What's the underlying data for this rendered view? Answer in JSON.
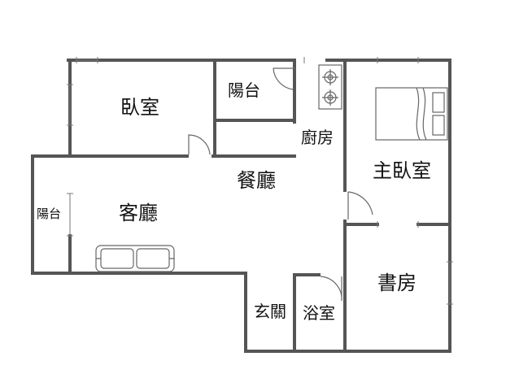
{
  "rooms": {
    "bedroom": "臥室",
    "balcony_top": "陽台",
    "kitchen": "廚房",
    "master_bedroom": "主臥室",
    "dining": "餐廳",
    "living": "客廳",
    "balcony_left": "陽台",
    "study": "書房",
    "entrance": "玄關",
    "bathroom": "浴室"
  },
  "colors": {
    "wall": "#555555",
    "furniture": "#666666",
    "text": "#111111",
    "background": "#ffffff"
  },
  "icons": [
    "stove-icon",
    "bed-icon",
    "sofa-icon",
    "door-swing-icon",
    "window-icon"
  ]
}
